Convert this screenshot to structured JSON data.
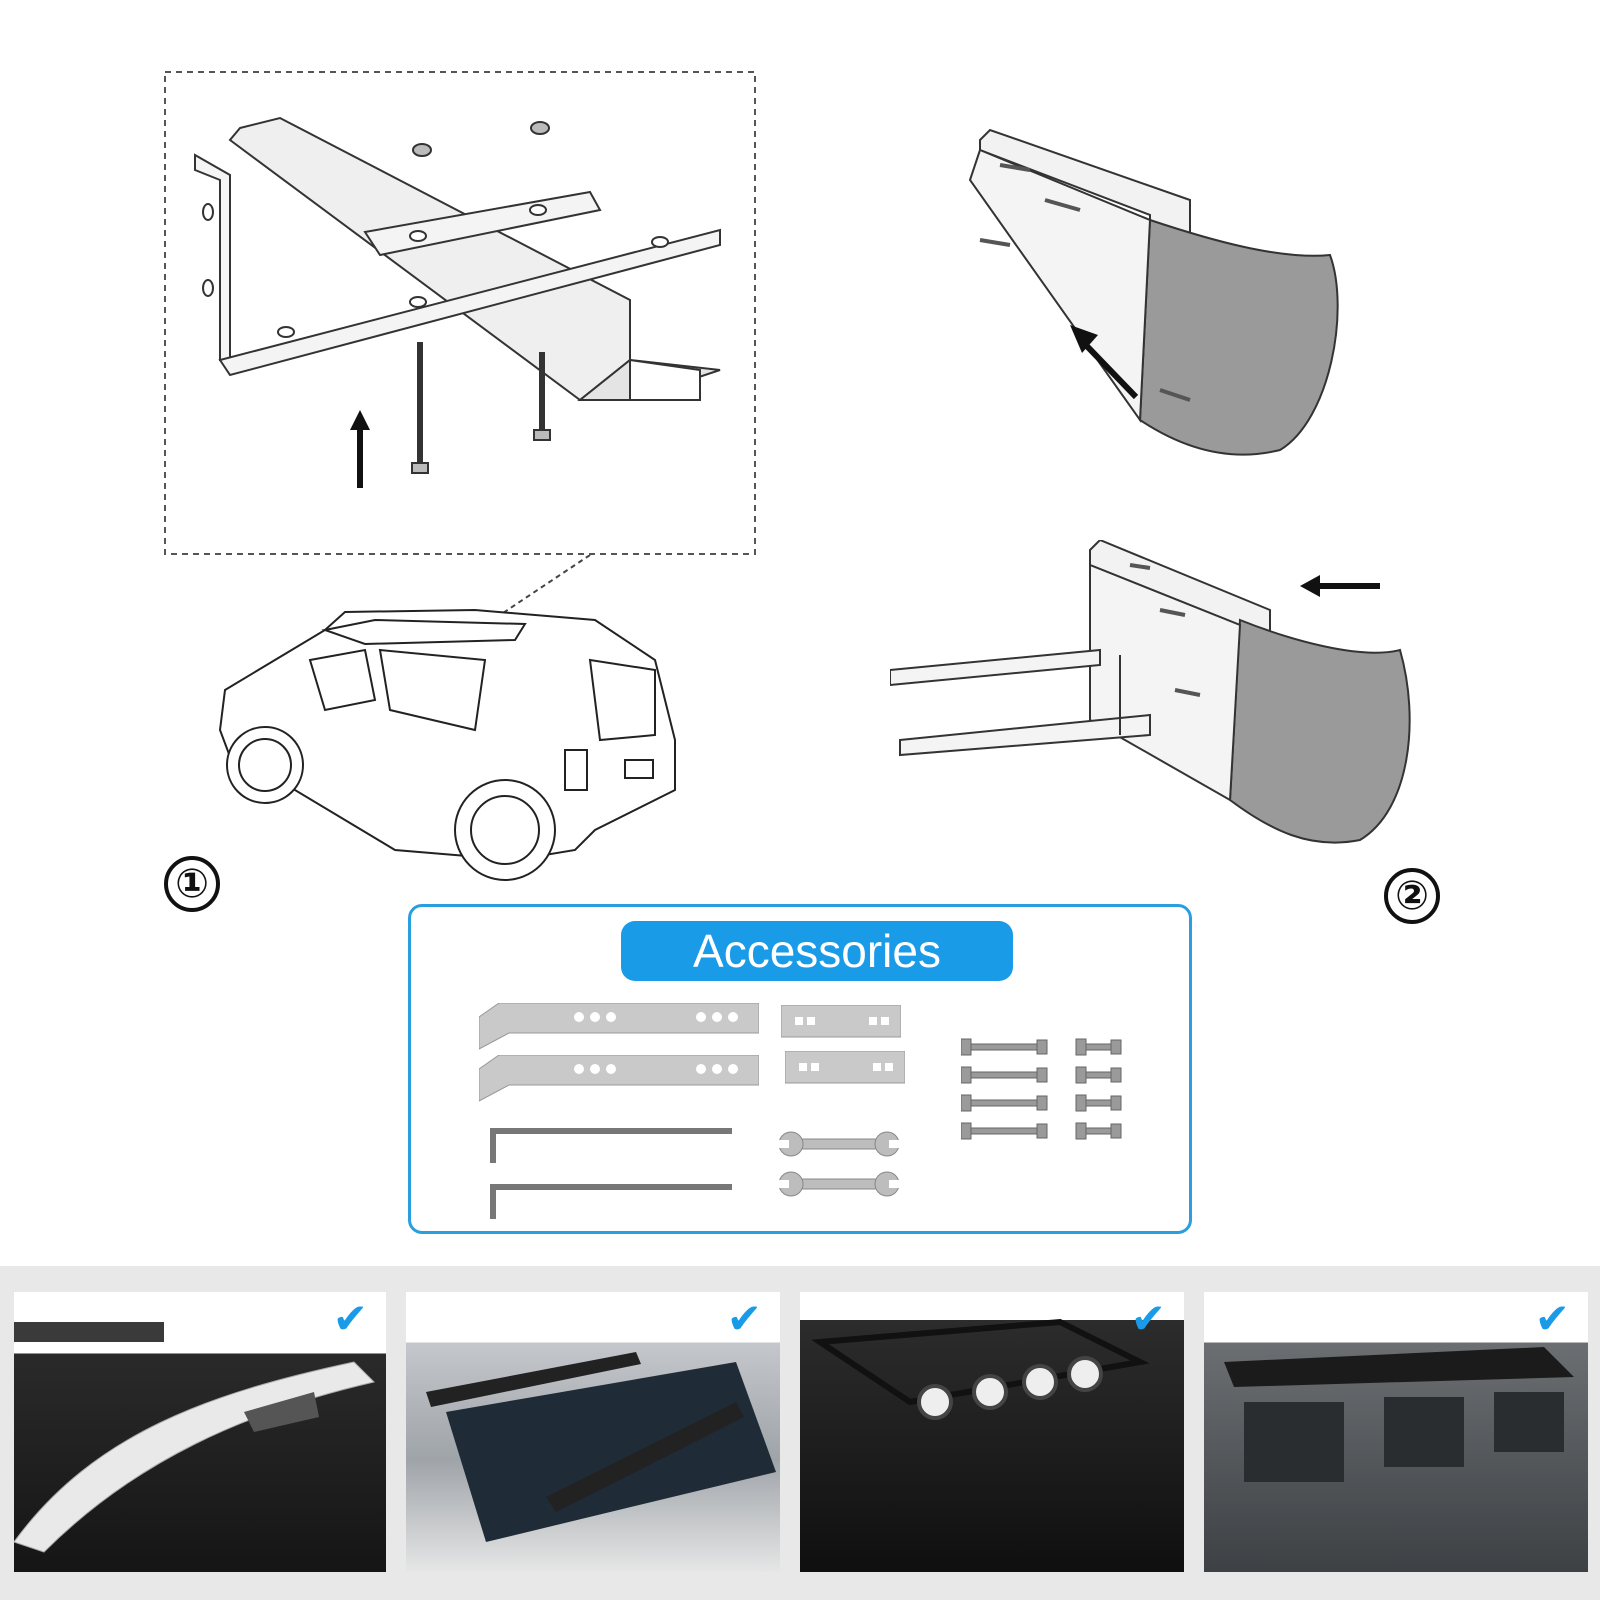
{
  "steps": [
    {
      "number": "①",
      "description": ""
    },
    {
      "number": "②",
      "description": ""
    }
  ],
  "accessories": {
    "title": "Accessories"
  },
  "gallery": [
    {
      "label": "",
      "check": "✔"
    },
    {
      "label": "",
      "check": "✔"
    },
    {
      "label": "",
      "check": "✔"
    },
    {
      "label": "",
      "check": "✔"
    }
  ],
  "colors": {
    "accent": "#1a9be8",
    "frame": "#2a9fe0",
    "check": "#1a9be8",
    "gallery_bg": "#e8e8e8"
  },
  "icons": [
    "arrow-up-icon",
    "arrow-diagonal-icon",
    "arrow-left-icon",
    "check-icon"
  ]
}
